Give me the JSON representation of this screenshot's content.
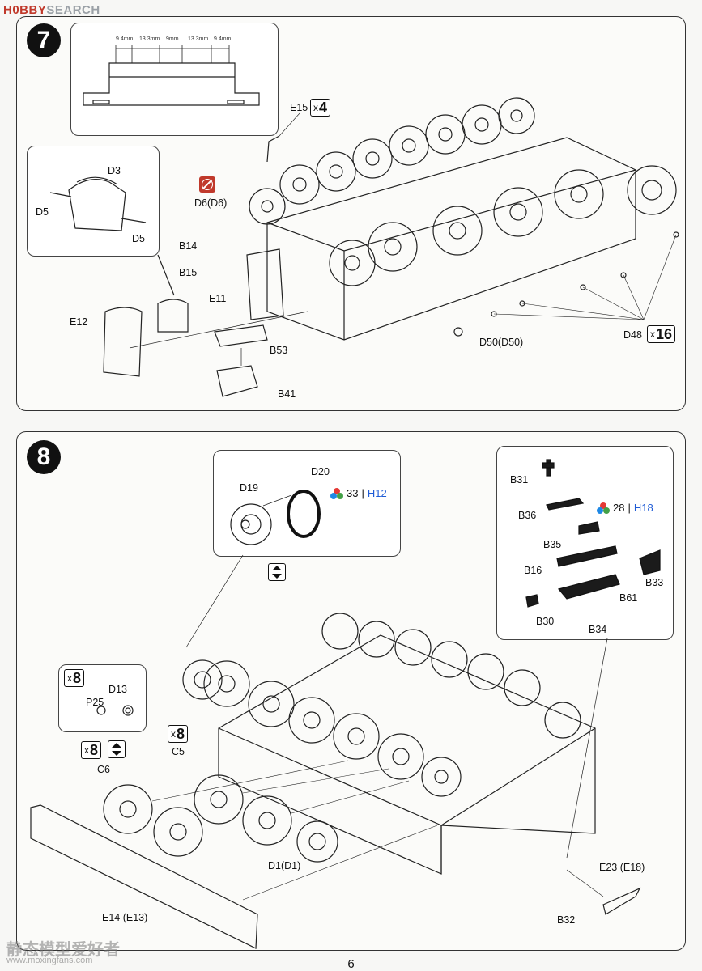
{
  "watermark_top": {
    "brand": "H0BBY",
    "suffix": "SEARCH"
  },
  "step7": {
    "number": "7",
    "dimensions": [
      "9.4mm",
      "13.3mm",
      "9mm",
      "13.3mm",
      "9.4mm"
    ],
    "labels": {
      "e15": "E15",
      "e15_qty": "4",
      "d3": "D3",
      "d5_left": "D5",
      "d5_right": "D5",
      "d6": "D6(D6)",
      "b14": "B14",
      "b15": "B15",
      "e11": "E11",
      "e12": "E12",
      "b53": "B53",
      "b41": "B41",
      "d50": "D50(D50)",
      "d48": "D48",
      "d48_qty": "16"
    }
  },
  "step8": {
    "number": "8",
    "labels": {
      "d19": "D19",
      "d20": "D20",
      "paint1_code": "33",
      "paint1_ref": "H12",
      "b31": "B31",
      "b36": "B36",
      "paint2_code": "28",
      "paint2_ref": "H18",
      "b35": "B35",
      "b16": "B16",
      "b33": "B33",
      "b61": "B61",
      "b30": "B30",
      "b34": "B34",
      "qty_d13": "8",
      "d13": "D13",
      "p25": "P25",
      "qty_c6": "8",
      "c6": "C6",
      "qty_c5": "8",
      "c5": "C5",
      "d1": "D1(D1)",
      "e14": "E14 (E13)",
      "e23": "E23 (E18)",
      "b32": "B32"
    },
    "separator": "|",
    "multiply": "x"
  },
  "page_number": "6",
  "watermark_bottom": {
    "text": "静态模型爱好者",
    "url": "www.moxingfans.com"
  },
  "colors": {
    "accent_blue": "#1e5bd6",
    "ink": "#111111",
    "prohibit_red": "#c0392b"
  },
  "icons": [
    "prohibition-glue-icon",
    "flip-arrow-icon",
    "paint-dots-icon"
  ]
}
